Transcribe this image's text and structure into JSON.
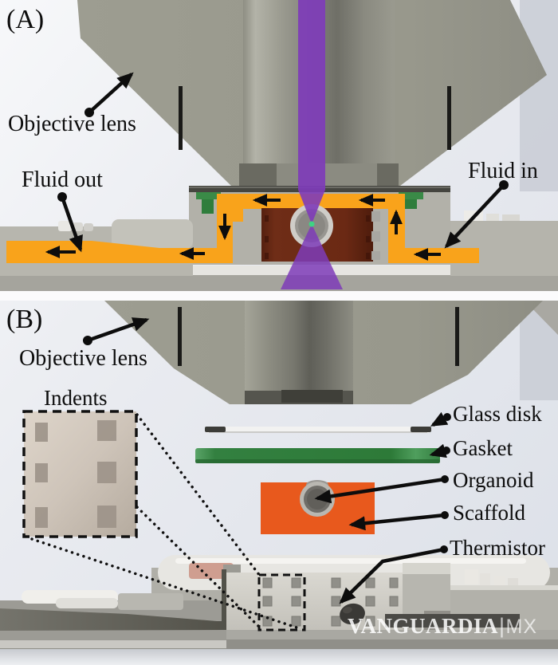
{
  "figure": {
    "panels": {
      "a": {
        "tag": "(A)",
        "objective_lens_label": "Objective lens",
        "fluid_out_label": "Fluid out",
        "fluid_in_label": "Fluid in"
      },
      "b": {
        "tag": "(B)",
        "objective_lens_label": "Objective lens",
        "indents_label": "Indents",
        "glass_disk_label": "Glass disk",
        "gasket_label": "Gasket",
        "organoid_label": "Organoid",
        "scaffold_label": "Scaffold",
        "thermistor_label": "Thermistor"
      }
    },
    "watermark": {
      "brand": "VANGUARDIA",
      "divider": "|",
      "region": "MX"
    },
    "colors": {
      "fluid_orange": "#F9A31B",
      "beam_purple": "#7E3CB8",
      "gasket_green": "#2F7D3C",
      "scaffold_cross_section": "#6E2A15",
      "scaffold_side": "#E8591D",
      "focal_point_green": "#3FD384",
      "lens_gray": "#9B9B8F"
    }
  }
}
